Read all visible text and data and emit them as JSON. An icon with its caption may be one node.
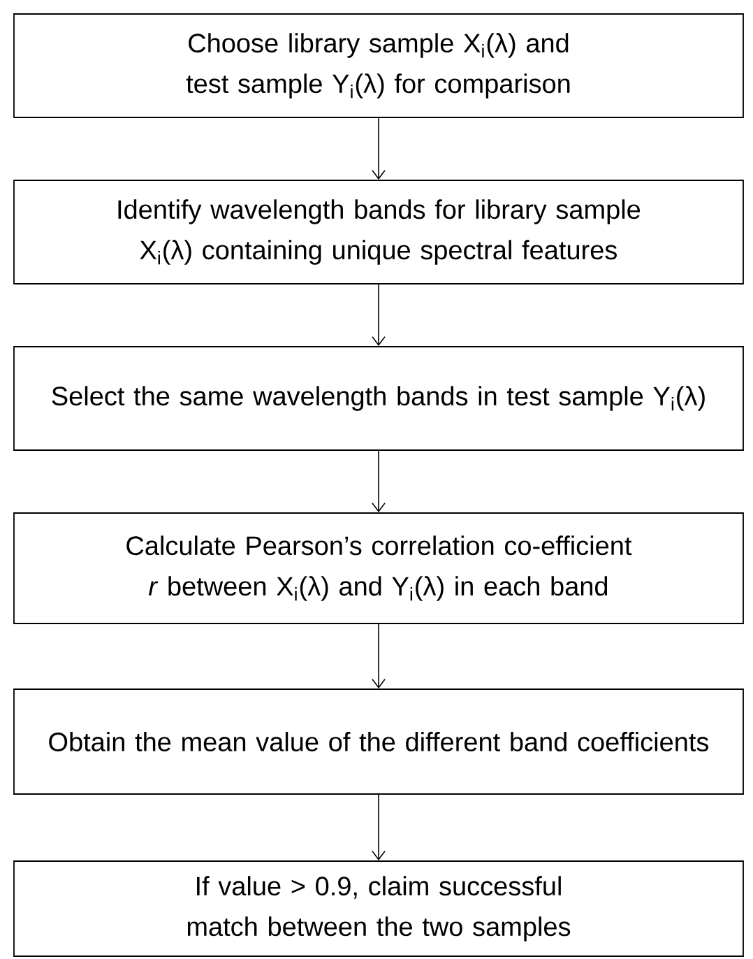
{
  "diagram": {
    "nodes": [
      {
        "text": [
          "Choose library sample X$_{i}$(λ) and test sample Y$_{i}$(λ) for comparison"
        ]
      },
      {
        "text": [
          "Identify wavelength bands for library sample X$_{i}$(λ) containing unique spectral features"
        ]
      },
      {
        "text": [
          "Select the same wavelength bands in test sample Y$_{i}$(λ)"
        ]
      },
      {
        "text": [
          "Calculate Pearson’s correlation co-efficient *r* between X$_{i}$(λ) and Y$_{i}$(λ) in each band"
        ]
      },
      {
        "text": [
          "Obtain the mean value of the different band coefficients"
        ]
      },
      {
        "text": [
          "If value > 0.9, claim successful match between the two samples"
        ]
      }
    ],
    "edges": [
      {
        "from": 0,
        "to": 1,
        "arrow": "to"
      },
      {
        "from": 1,
        "to": 2,
        "arrow": "to"
      },
      {
        "from": 2,
        "to": 3,
        "arrow": "to"
      },
      {
        "from": 3,
        "to": 4,
        "arrow": "to"
      },
      {
        "from": 4,
        "to": 5,
        "arrow": "to"
      }
    ]
  }
}
